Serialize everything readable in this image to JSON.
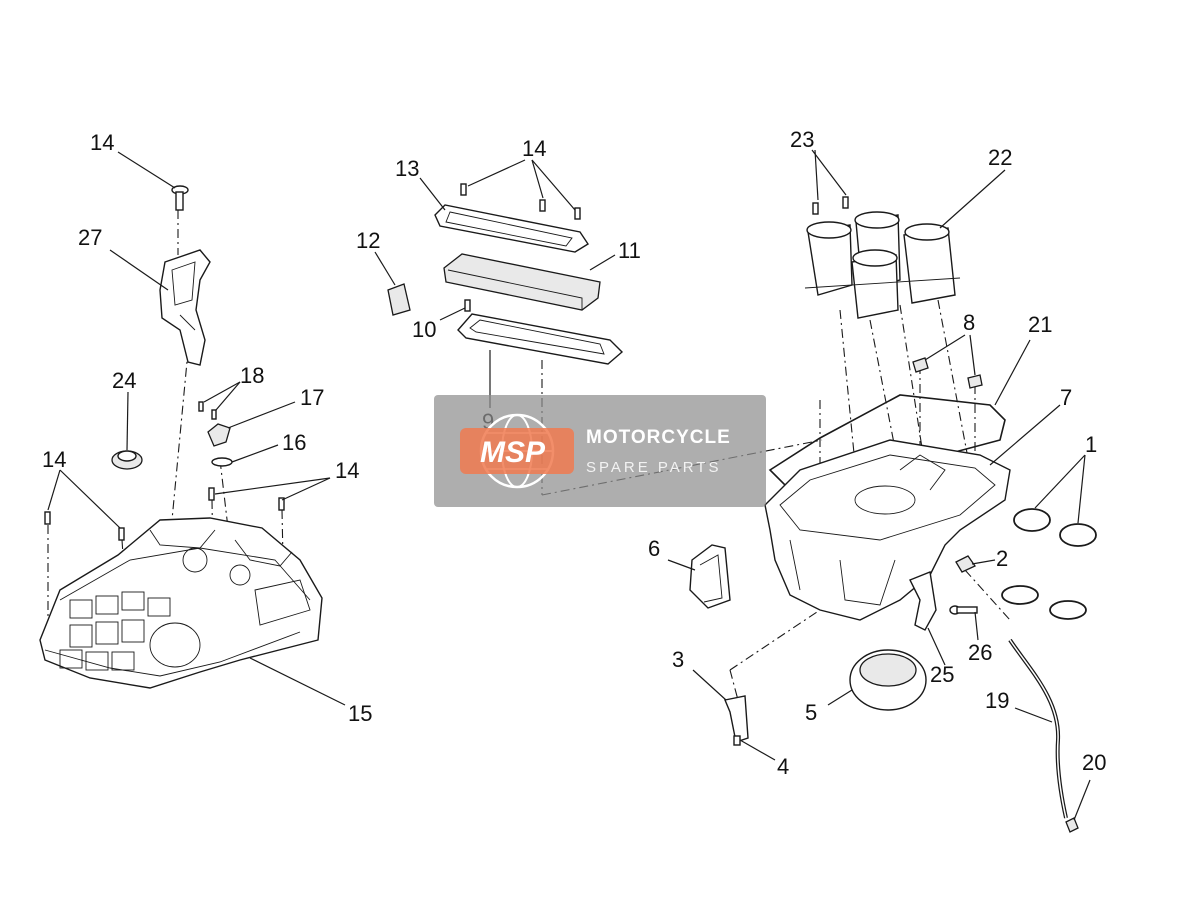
{
  "watermark": {
    "logo_text": "MSP",
    "line1": "MOTORCYCLE",
    "line2": "SPARE PARTS",
    "accent_color": "#f07a50"
  },
  "callouts": {
    "p1": "1",
    "p2": "2",
    "p3": "3",
    "p4": "4",
    "p5": "5",
    "p6": "6",
    "p7": "7",
    "p8": "8",
    "p9": "9",
    "p10": "10",
    "p11": "11",
    "p12": "12",
    "p13": "13",
    "p14_top_left": "14",
    "p14_top_middle": "14",
    "p14_left": "14",
    "p14_right": "14",
    "p15": "15",
    "p16": "16",
    "p17": "17",
    "p18": "18",
    "p19": "19",
    "p20": "20",
    "p21": "21",
    "p22": "22",
    "p23": "23",
    "p24": "24",
    "p25": "25",
    "p26": "26",
    "p27": "27"
  }
}
